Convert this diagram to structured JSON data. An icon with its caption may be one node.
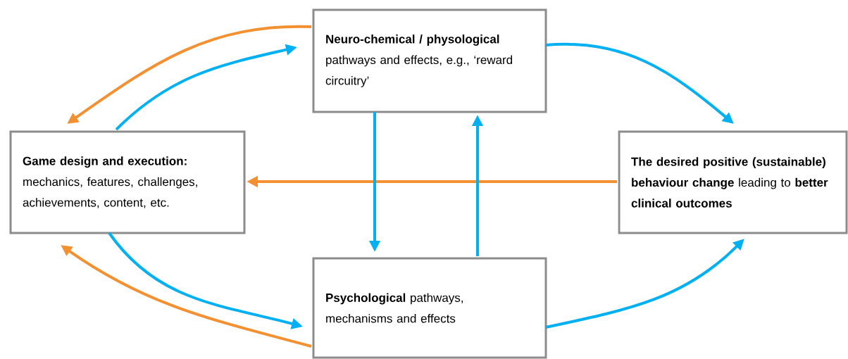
{
  "diagram": {
    "nodes": [
      {
        "text": [
          "Game design and execution:",
          "mechanics, features, challenges, achievements, content, etc."
        ]
      },
      {
        "text": [
          "**Neuro-chemical / physological** pathways and effects, e.g., ‘reward circuitry’"
        ]
      },
      {
        "text": [
          "**The desired positive (sustainable) behaviour change** leading to **better clinical outcomes**"
        ]
      },
      {
        "text": [
          "**Psychological** pathways, mechanisms and effects"
        ]
      }
    ],
    "edges": [
      {
        "from": 1,
        "to": 0,
        "arrow": "to",
        "color": "#f39031"
      },
      {
        "from": 0,
        "to": 1,
        "arrow": "to"
      },
      {
        "from": 1,
        "to": 2,
        "arrow": "to"
      },
      {
        "from": 2,
        "to": 0,
        "arrow": "to",
        "color": "#f39031"
      },
      {
        "from": 1,
        "to": 3,
        "arrow": "to"
      },
      {
        "from": 3,
        "to": 1,
        "arrow": "to"
      },
      {
        "from": 0,
        "to": 3,
        "arrow": "to"
      },
      {
        "from": 3,
        "to": 0,
        "arrow": "to",
        "color": "#f39031"
      },
      {
        "from": 3,
        "to": 2,
        "arrow": "to"
      }
    ]
  }
}
